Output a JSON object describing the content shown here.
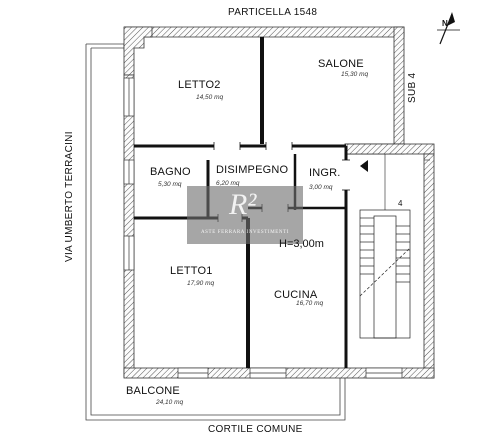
{
  "plan": {
    "parcel_label": "PARTICELLA 1548",
    "street_label": "VIA UMBERTO TERRACINI",
    "neighbor_label": "SUB 4",
    "courtyard_label": "CORTILE COMUNE",
    "ceiling_height": "H=3,00m",
    "north_arrow_letter": "N",
    "stair_number": "4",
    "rooms": [
      {
        "name": "LETTO2",
        "area": "14,50 mq"
      },
      {
        "name": "SALONE",
        "area": "15,30 mq"
      },
      {
        "name": "BAGNO",
        "area": "5,30 mq"
      },
      {
        "name": "DISIMPEGNO",
        "area": "6,20 mq"
      },
      {
        "name": "INGR.",
        "area": "3,00 mq"
      },
      {
        "name": "LETTO1",
        "area": "17,90 mq"
      },
      {
        "name": "CUCINA",
        "area": "16,70 mq"
      },
      {
        "name": "BALCONE",
        "area": "24,10 mq"
      }
    ]
  },
  "watermark": {
    "mark": "R²",
    "text": "ASTE FERRARA INVESTIMENTI"
  },
  "colors": {
    "wall_fill": "#fcfcfc",
    "wall_hatch": "#555555",
    "ink": "#111111",
    "watermark_bg": "#707070"
  }
}
